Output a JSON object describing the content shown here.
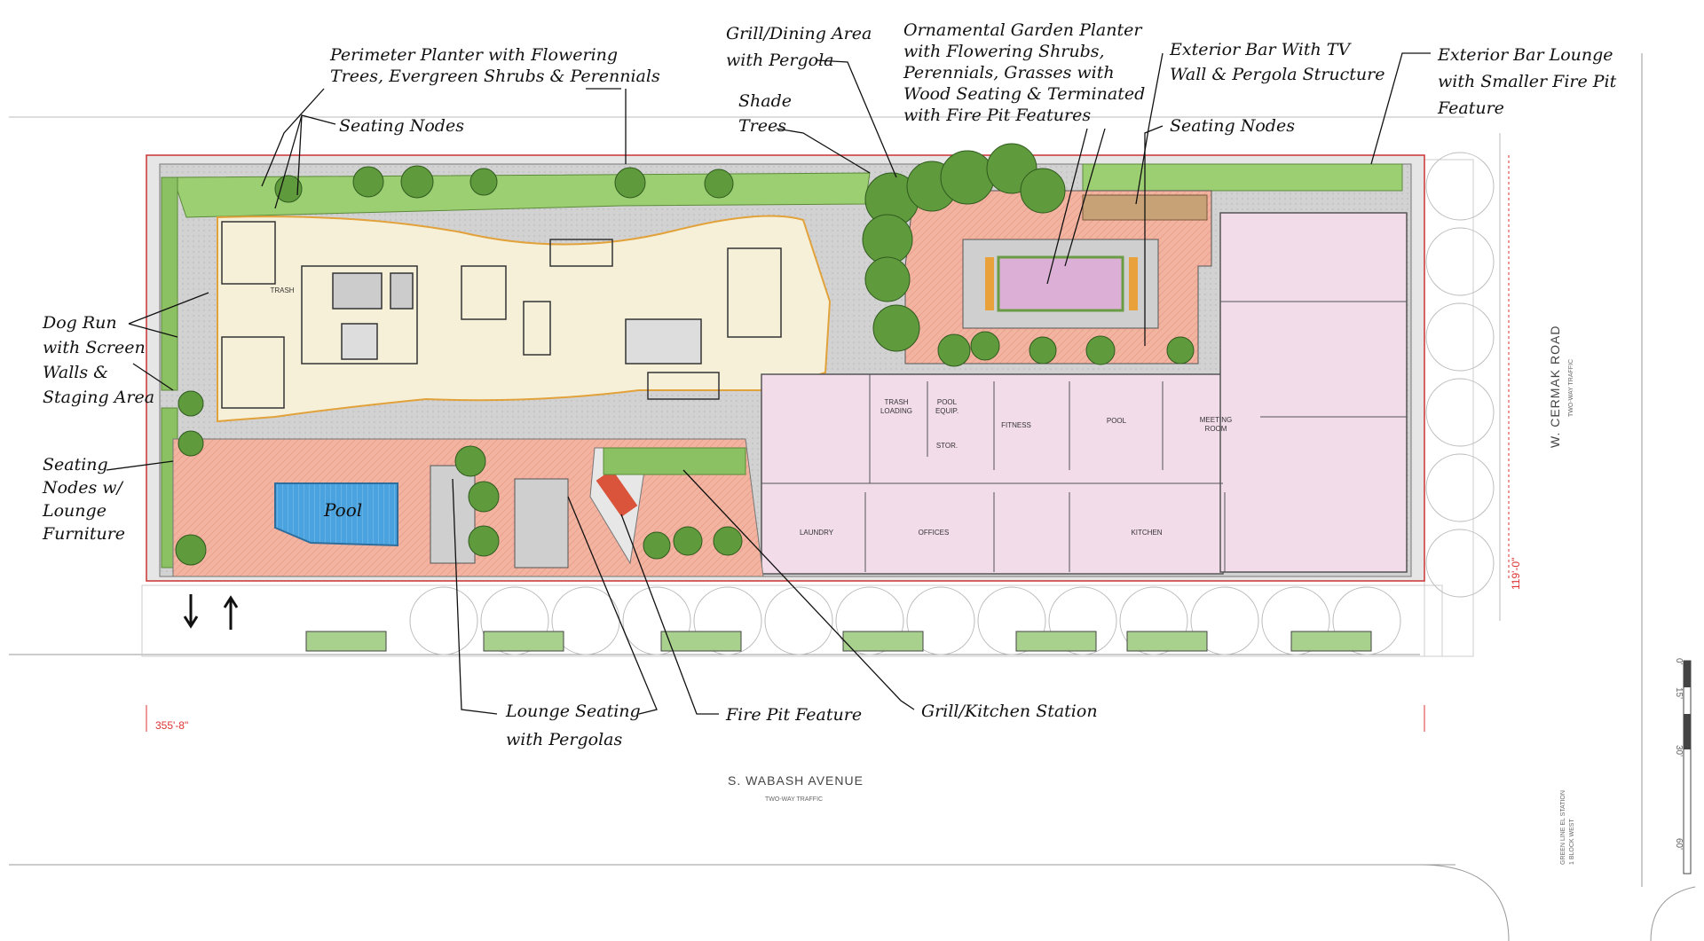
{
  "annotations": {
    "perimeter_planter": [
      "Perimeter Planter with Flowering",
      "Trees, Evergreen Shrubs & Perennials"
    ],
    "seating_nodes_top_left": "Seating Nodes",
    "grill_dining": [
      "Grill/Dining Area",
      "with Pergola"
    ],
    "shade_trees": [
      "Shade",
      "Trees"
    ],
    "ornamental_garden": [
      "Ornamental Garden Planter",
      "with Flowering Shrubs,",
      "Perennials, Grasses with",
      "Wood Seating & Terminated",
      "with Fire Pit Features"
    ],
    "exterior_bar_tv": [
      "Exterior Bar With TV",
      "Wall & Pergola Structure"
    ],
    "seating_nodes_right": "Seating Nodes",
    "exterior_bar_lounge": [
      "Exterior Bar Lounge",
      "with Smaller Fire Pit",
      "Feature"
    ],
    "dog_run": [
      "Dog Run",
      "with Screen",
      "Walls &",
      "Staging Area"
    ],
    "seating_nodes_lounge": [
      "Seating",
      "Nodes w/",
      "Lounge",
      "Furniture"
    ],
    "lounge_seating": [
      "Lounge Seating",
      "with Pergolas"
    ],
    "fire_pit": "Fire Pit Feature",
    "grill_kitchen": "Grill/Kitchen Station",
    "pool_label": "Pool"
  },
  "rooms": {
    "trash": "TRASH",
    "trash_loading": [
      "TRASH",
      "LOADING"
    ],
    "pool_equip": [
      "POOL",
      "EQUIP."
    ],
    "stor": "STOR.",
    "fitness": "FITNESS",
    "pool": "POOL",
    "meeting_room": [
      "MEETING",
      "ROOM"
    ],
    "laundry": "LAUNDRY",
    "offices": "OFFICES",
    "kitchen": "KITCHEN"
  },
  "streets": {
    "wabash": "S. WABASH AVENUE",
    "wabash_traffic": "TWO-WAY TRAFFIC",
    "cermak": "W. CERMAK ROAD",
    "cermak_traffic": "TWO-WAY TRAFFIC",
    "green_line": [
      "GREEN LINE EL STATION",
      "1 BLOCK WEST"
    ]
  },
  "dimensions": {
    "length": "355'-8\"",
    "width": "119'-0\""
  },
  "scale_bar": [
    "0'",
    "15'",
    "30'",
    "60'"
  ],
  "colors": {
    "interior": "#f7f0d8",
    "amenity": "#f3dcea",
    "paving": "#f0a78f",
    "deck": "#cfcfcf",
    "tree": "#5f9a3c",
    "pool_water": "#4fa6e0",
    "dimension": "#dd3333"
  }
}
